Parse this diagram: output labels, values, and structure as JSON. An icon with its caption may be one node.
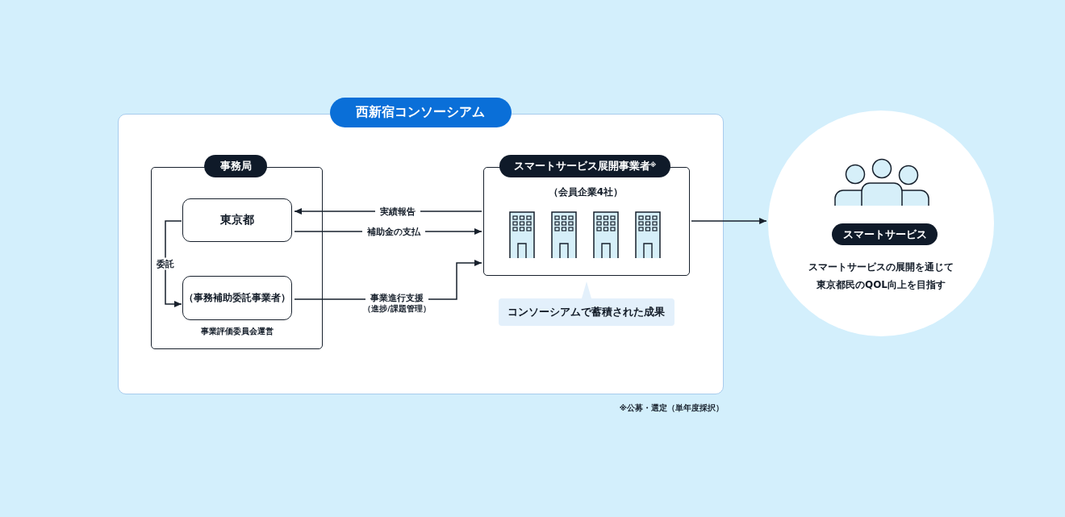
{
  "diagram": {
    "nodes": [
      {
        "text": [
          "西新宿コンソーシアム"
        ]
      },
      {
        "text": [
          "事務局"
        ],
        "in": 0
      },
      {
        "text": [
          "東京都"
        ],
        "in": 1
      },
      {
        "text": [
          "（事務補助委託事業者）"
        ],
        "in": 1,
        "beside": [
          "事業評価委員会運営"
        ]
      },
      {
        "text": [
          "スマートサービス展開事業者$^{※}$",
          "（会員企業4社）"
        ],
        "in": 0
      },
      {
        "text": [
          "コンソーシアムで蓄積された成果"
        ],
        "in": 0
      },
      {
        "text": [
          "スマートサービス",
          "スマートサービスの展開を通じて東京都民のQOL向上を目指す"
        ]
      }
    ],
    "edges": [
      {
        "from": 4,
        "to": 2,
        "arrow": "to",
        "label": "実績報告"
      },
      {
        "from": 2,
        "to": 4,
        "arrow": "to",
        "label": "補助金の支払"
      },
      {
        "from": 3,
        "to": 4,
        "arrow": "to",
        "label": "事業進行支援"
      },
      {
        "from": 2,
        "to": 3,
        "arrow": "to",
        "label": "委託"
      },
      {
        "from": 4,
        "to": 6,
        "arrow": "to"
      }
    ],
    "labels": [
      "（進捗/課題管理）",
      "※公募・選定（単年度採択）"
    ]
  }
}
